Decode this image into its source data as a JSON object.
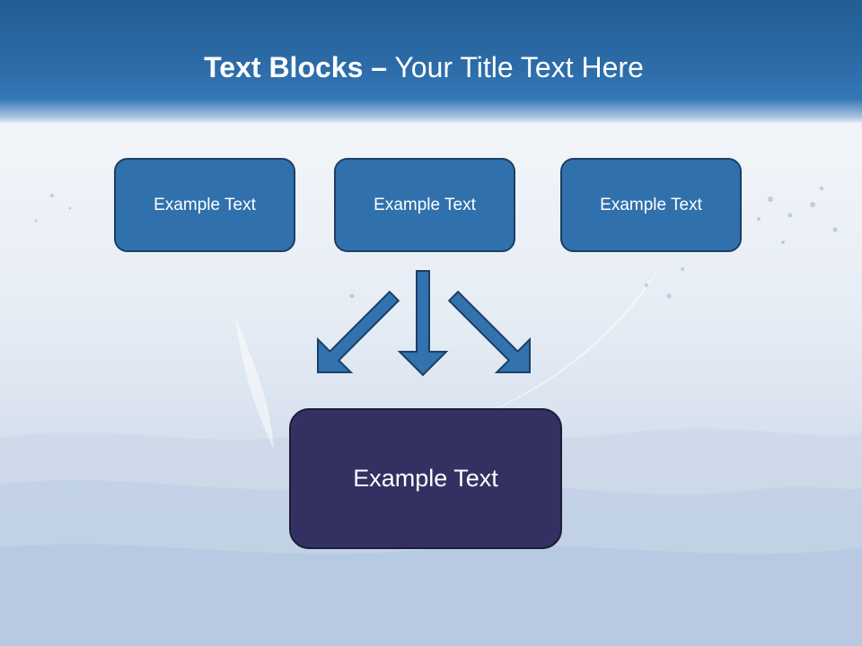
{
  "slide": {
    "title_bold": "Text Blocks –",
    "title_rest": "Your Title Text Here"
  },
  "boxes": {
    "left": "Example Text",
    "center": "Example Text",
    "right": "Example Text",
    "result": "Example Text"
  },
  "colors": {
    "header": "#2c6ca8",
    "top_box_fill": "#3071ad",
    "top_box_border": "#1c3f63",
    "result_box_fill": "#343162",
    "arrow_fill": "#3272ae"
  },
  "background": "water-splash"
}
